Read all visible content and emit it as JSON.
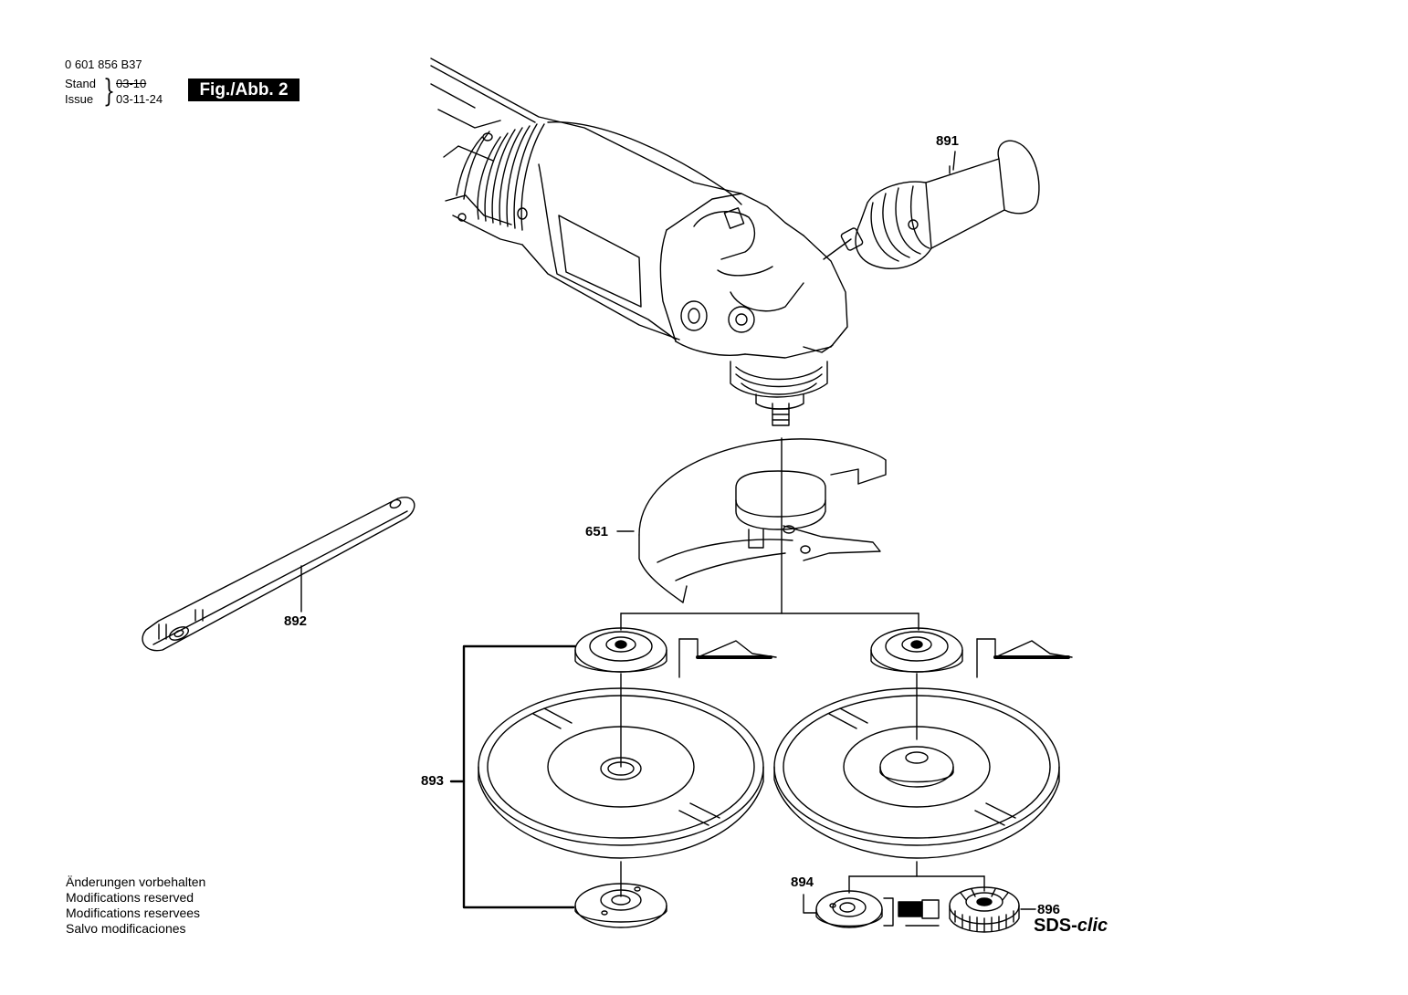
{
  "header": {
    "doc_number": "0 601 856 B37",
    "stand_label": "Stand",
    "issue_label": "Issue",
    "stand_value": "03-10",
    "issue_value": "03-11-24",
    "figure_badge": "Fig./Abb. 2"
  },
  "notes": [
    "Änderungen vorbehalten",
    "Modifications reserved",
    "Modifications reservees",
    "Salvo modificaciones"
  ],
  "parts": {
    "p891": "891",
    "p892": "892",
    "p651": "651",
    "p893": "893",
    "p894": "894",
    "p896": "896"
  },
  "sds": {
    "prefix": "SDS-",
    "suffix": "clic"
  },
  "colors": {
    "ink": "#000000",
    "paper": "#ffffff"
  }
}
